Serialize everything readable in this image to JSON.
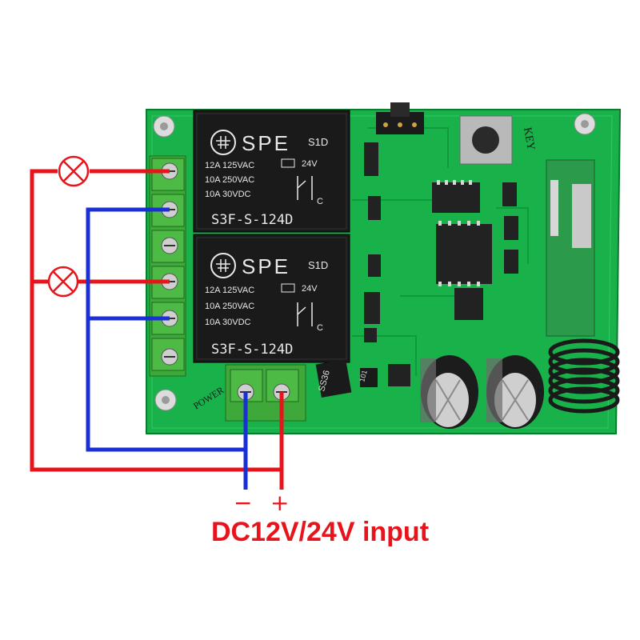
{
  "relay_top": {
    "brand": "SPE",
    "model_code": "S1D",
    "coil": "24V",
    "pin": "C",
    "ratings": [
      "12A 125VAC",
      "10A 250VAC",
      "10A 30VDC"
    ],
    "part_number": "S3F-S-124D"
  },
  "relay_bottom": {
    "brand": "SPE",
    "model_code": "S1D",
    "coil": "24V",
    "pin": "C",
    "ratings": [
      "12A 125VAC",
      "10A 250VAC",
      "10A 30VDC"
    ],
    "part_number": "S3F-S-124D"
  },
  "board": {
    "key_label": "KEY",
    "power_label": "POWER",
    "diode_label": "SS36",
    "resistor_label": "101"
  },
  "power": {
    "minus_sign": "−",
    "plus_sign": "+",
    "caption": "DC12V/24V input"
  },
  "colors": {
    "pcb": "#18b14a",
    "wire_positive": "#e8141c",
    "wire_negative": "#1a2fd6",
    "terminal": "#3fa83a"
  }
}
